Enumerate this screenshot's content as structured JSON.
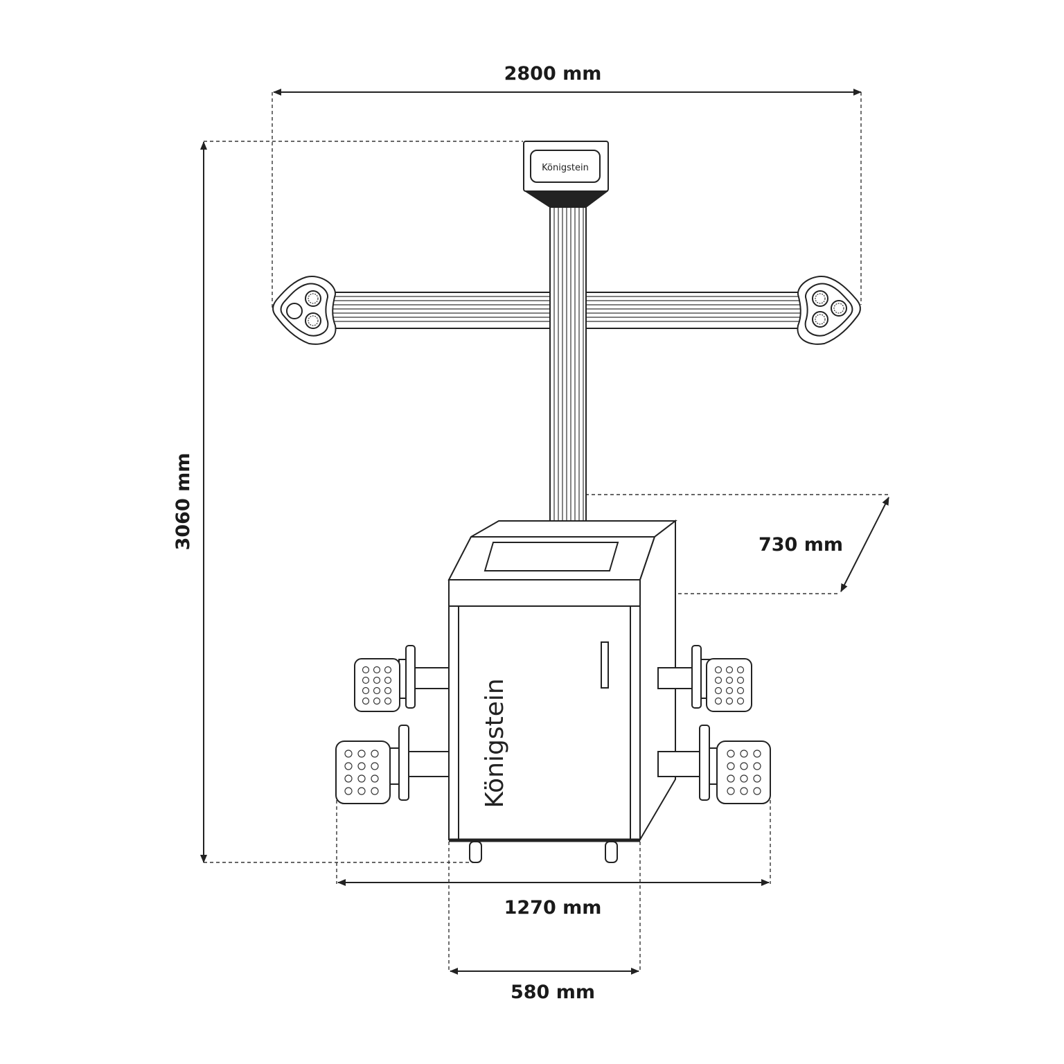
{
  "brand": {
    "name": "Königstein"
  },
  "dimensions": {
    "width_total": "2800 mm",
    "height_total": "3060 mm",
    "depth": "730 mm",
    "wheel_width": "1270 mm",
    "cabinet_width": "580 mm"
  },
  "colors": {
    "line": "#222222",
    "background": "#ffffff"
  }
}
